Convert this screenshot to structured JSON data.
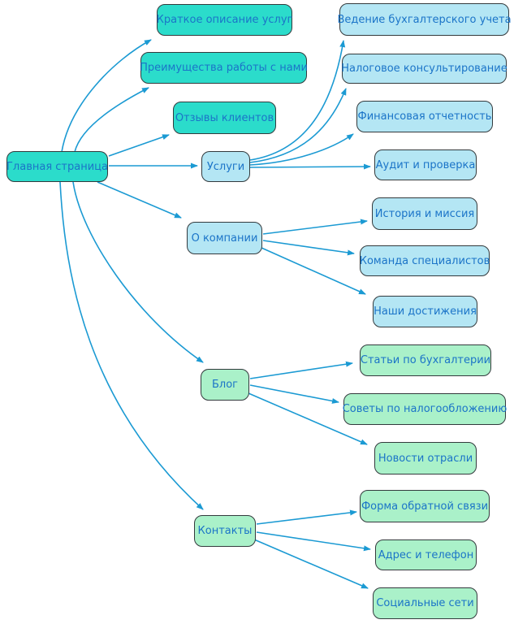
{
  "diagram": {
    "nodes": {
      "home": {
        "label": "Главная страница",
        "group": "teal"
      },
      "short_description": {
        "label": "Краткое описание услуг",
        "group": "teal"
      },
      "advantages": {
        "label": "Преимущества работы с нами",
        "group": "teal"
      },
      "testimonials": {
        "label": "Отзывы клиентов",
        "group": "teal"
      },
      "services": {
        "label": "Услуги",
        "group": "blue"
      },
      "bookkeeping": {
        "label": "Ведение бухгалтерского учета",
        "group": "blue"
      },
      "tax_consulting": {
        "label": "Налоговое консультирование",
        "group": "blue"
      },
      "financial_reporting": {
        "label": "Финансовая отчетность",
        "group": "blue"
      },
      "audit": {
        "label": "Аудит и проверка",
        "group": "blue"
      },
      "about": {
        "label": "О компании",
        "group": "blue"
      },
      "history_mission": {
        "label": "История и миссия",
        "group": "blue"
      },
      "team": {
        "label": "Команда специалистов",
        "group": "blue"
      },
      "achievements": {
        "label": "Наши достижения",
        "group": "blue"
      },
      "blog": {
        "label": "Блог",
        "group": "green"
      },
      "accounting_articles": {
        "label": "Статьи по бухгалтерии",
        "group": "green"
      },
      "tax_tips": {
        "label": "Советы по налогообложению",
        "group": "green"
      },
      "industry_news": {
        "label": "Новости отрасли",
        "group": "green"
      },
      "contacts": {
        "label": "Контакты",
        "group": "green"
      },
      "feedback_form": {
        "label": "Форма обратной связи",
        "group": "green"
      },
      "address_phone": {
        "label": "Адрес и телефон",
        "group": "green"
      },
      "social_networks": {
        "label": "Социальные сети",
        "group": "green"
      }
    },
    "edges": [
      {
        "from": "home",
        "to": "short_description"
      },
      {
        "from": "home",
        "to": "advantages"
      },
      {
        "from": "home",
        "to": "testimonials"
      },
      {
        "from": "home",
        "to": "services"
      },
      {
        "from": "home",
        "to": "about"
      },
      {
        "from": "home",
        "to": "blog"
      },
      {
        "from": "home",
        "to": "contacts"
      },
      {
        "from": "services",
        "to": "bookkeeping"
      },
      {
        "from": "services",
        "to": "tax_consulting"
      },
      {
        "from": "services",
        "to": "financial_reporting"
      },
      {
        "from": "services",
        "to": "audit"
      },
      {
        "from": "about",
        "to": "history_mission"
      },
      {
        "from": "about",
        "to": "team"
      },
      {
        "from": "about",
        "to": "achievements"
      },
      {
        "from": "blog",
        "to": "accounting_articles"
      },
      {
        "from": "blog",
        "to": "tax_tips"
      },
      {
        "from": "blog",
        "to": "industry_news"
      },
      {
        "from": "contacts",
        "to": "feedback_form"
      },
      {
        "from": "contacts",
        "to": "address_phone"
      },
      {
        "from": "contacts",
        "to": "social_networks"
      }
    ]
  },
  "colors": {
    "background": "#FFFFFF",
    "teal_fill": "#2BDCCB",
    "blue_fill": "#B4E6F4",
    "green_fill": "#AAF1C9",
    "node_border": "#333A3D",
    "node_text": "#1B74C8",
    "edge": "#1B9AD3"
  }
}
